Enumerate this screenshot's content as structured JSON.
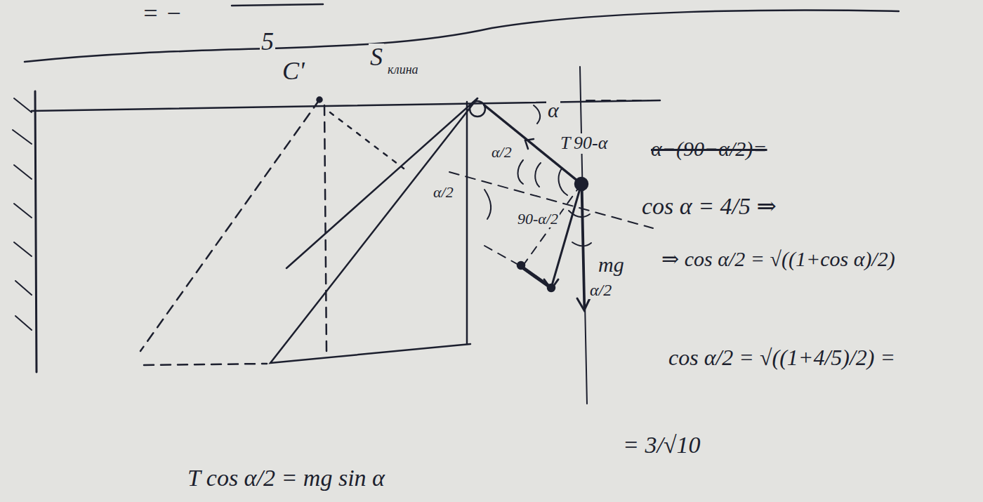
{
  "diagram": {
    "labels": [
      "= −",
      "5",
      "C'",
      "S",
      "клина",
      "α",
      "T",
      "90-α",
      "α/2",
      "α/2",
      "90-α/2",
      "α/2",
      "mg",
      "α−(90−α/2)=",
      "cos α = 4/5 ⇒",
      "⇒ cos α/2 = √((1+cos α)/2)",
      "cos α/2 = √((1+4/5)/2) =",
      "= 3/√10",
      "T cos α/2 = mg sin α"
    ]
  }
}
